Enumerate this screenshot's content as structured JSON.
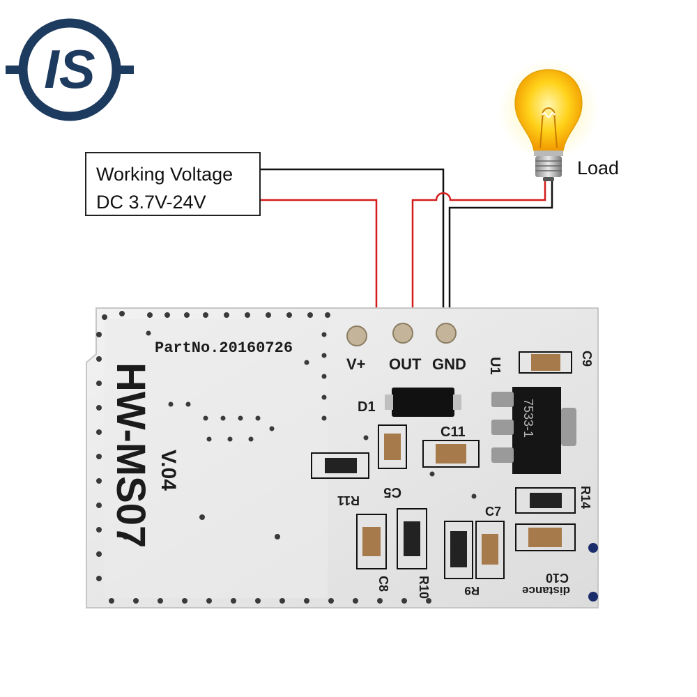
{
  "logo": {
    "text": "IS",
    "color": "#1d3a5f"
  },
  "power_box": {
    "line1": "Working Voltage",
    "line2": "DC 3.7V-24V"
  },
  "load": {
    "label": "Load",
    "icon": "light-bulb-icon"
  },
  "wire_colors": {
    "positive": "#d31b1b",
    "ground": "#111111"
  },
  "module": {
    "part_no": "PartNo.20160726",
    "model": "HW-MS07",
    "version": "V.04",
    "pins": [
      "V+",
      "OUT",
      "GND"
    ],
    "components": {
      "d1": "D1",
      "u1": "U1",
      "ic_marking": "7533-1",
      "c5": "C5",
      "c7": "C7",
      "c8": "C8",
      "c9": "C9",
      "c10": "C10",
      "c11": "C11",
      "r9": "R9",
      "r10": "R10",
      "r11": "R11",
      "r14": "R14",
      "distance": "distance"
    }
  }
}
